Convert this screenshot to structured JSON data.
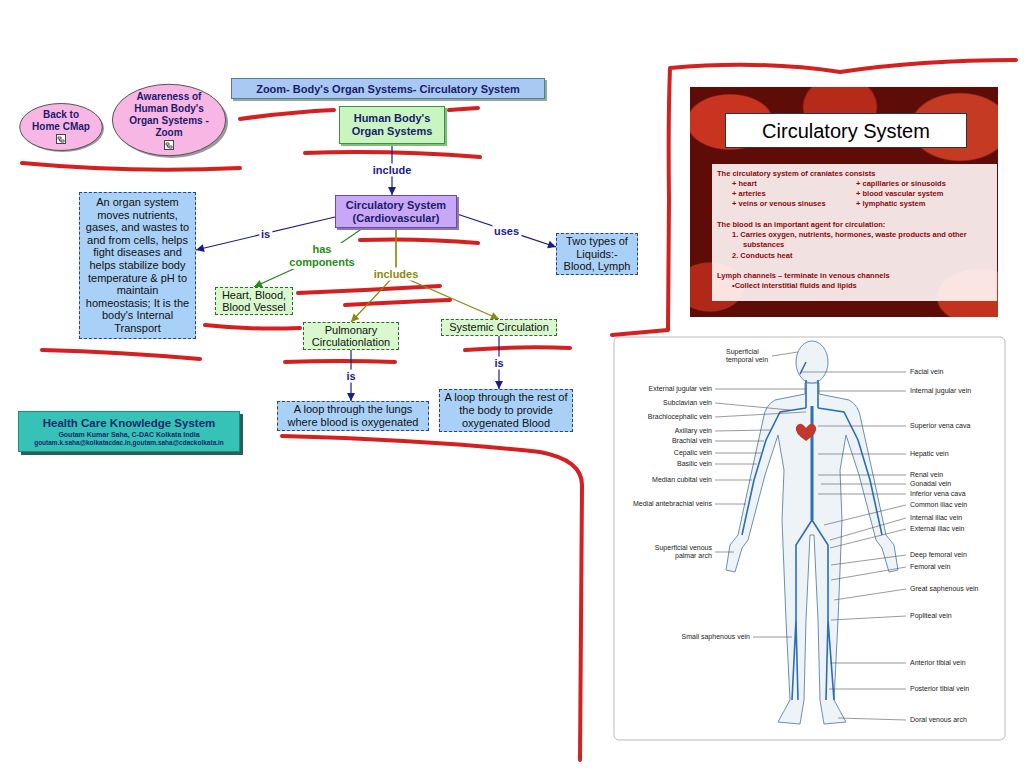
{
  "diagram": {
    "title": "Zoom- Body's Organ Systems- Circulatory System",
    "nodes": [
      {
        "text": [
          "Back to Home CMap"
        ]
      },
      {
        "text": [
          "Awareness of Human Body's Organ Systems -Zoom"
        ]
      },
      {
        "text": [
          "Human Body's Organ Systems"
        ]
      },
      {
        "text": [
          "Circulatory System (Cardiovascular)"
        ]
      },
      {
        "text": [
          "An organ system moves nutrients, gases, and wastes to and from cells, helps fight diseases and helps stabilize body temperature & pH to maintain homeostasis; It is the body's Internal Transport"
        ]
      },
      {
        "text": [
          "Heart, Blood, Blood Vessel"
        ]
      },
      {
        "text": [
          "Two types of Liquids:- Blood, Lymph"
        ]
      },
      {
        "text": [
          "Pulmonary Circulationlation"
        ]
      },
      {
        "text": [
          "Systemic Circulation"
        ]
      },
      {
        "text": [
          "A loop through the lungs where blood is oxygenated"
        ]
      },
      {
        "text": [
          "A loop through the rest of the body to provide oxygenated Blood"
        ]
      },
      {
        "text": [
          "Health Care Knowledge System",
          "Goutam Kumar Saha, C-DAC Kolkata India",
          "goutam.k.saha@kolkatacdac.in,goutam.saha@cdackolkata.in"
        ]
      },
      {
        "text": [
          "The circulatory system of craniates consists",
          "+ heart",
          "+ arteries",
          "+ veins or venous sinuses",
          "+ capillaries or sinusoids",
          "+ blood vascular system",
          "+ lymphatic system",
          "The blood is an important agent for circulation:",
          "1. Carries oxygen, nutrients, hormones, waste products and other substances",
          "2. Conducts heat",
          "Lymph channels – terminate in venous channels",
          "•Collect interstitial fluids and lipids"
        ]
      },
      {
        "text": [
          "Circulatory System"
        ],
        "in": 12
      }
    ],
    "edges": [
      {
        "from": 2,
        "to": 3,
        "label": "include",
        "arrow": "to"
      },
      {
        "from": 3,
        "to": 4,
        "label": "is",
        "arrow": "to"
      },
      {
        "from": 3,
        "to": 5,
        "label": "has components",
        "arrow": "to"
      },
      {
        "from": 3,
        "to": 6,
        "label": "uses",
        "arrow": "to"
      },
      {
        "from": 3,
        "to": 7,
        "label": "includes",
        "arrow": "to"
      },
      {
        "from": 3,
        "to": 8,
        "arrow": "to"
      },
      {
        "from": 7,
        "to": 9,
        "label": "is",
        "arrow": "to"
      },
      {
        "from": 8,
        "to": 10,
        "label": "is",
        "arrow": "to"
      }
    ],
    "labels": [
      "Superficial temporal vein",
      "Facial vein",
      "External jugular vein",
      "Internal jugular vein",
      "Subclavian vein",
      "Brachiocephalic vein",
      "Superior vena cava",
      "Axillary vein",
      "Brachial vein",
      "Cepalic vein",
      "Hepatic vein",
      "Basilic vein",
      "Renal vein",
      "Median cubital vein",
      "Gonadal vein",
      "Inferior vena cava",
      "Medial antebrachial veins",
      "Common iliac vein",
      "Internal iliac vein",
      "External iliac vein",
      "Superficial venous palmar arch",
      "Deep femoral vein",
      "Femoral vein",
      "Great saphenous vein",
      "Popliteal vein",
      "Small saphenous vein",
      "Anterior tibial vein",
      "Posterior tibial vein",
      "Doral venous arch"
    ]
  }
}
